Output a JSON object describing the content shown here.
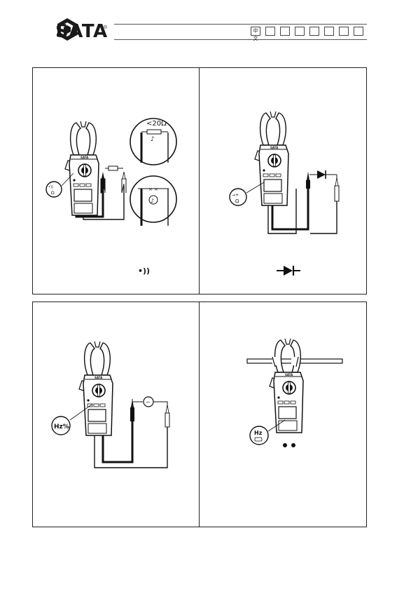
{
  "header": {
    "brand": "SATA",
    "registered": "®",
    "languages": [
      "中文",
      "",
      "",
      "",
      "",
      "",
      "",
      ""
    ]
  },
  "panel1": {
    "left": {
      "resistor_label": "<20Ω",
      "dial_labels": [
        "•))",
        "Ω"
      ],
      "caption_symbol": "•))"
    },
    "right": {
      "dial_labels": [
        "→+",
        "Ω"
      ],
      "caption_symbol": "diode-symbol"
    }
  },
  "panel2": {
    "left": {
      "dial_label": "Hz%",
      "source_symbol": "~"
    },
    "right": {
      "dial_label": "Hz"
    }
  },
  "meter_brand": "●SATA"
}
